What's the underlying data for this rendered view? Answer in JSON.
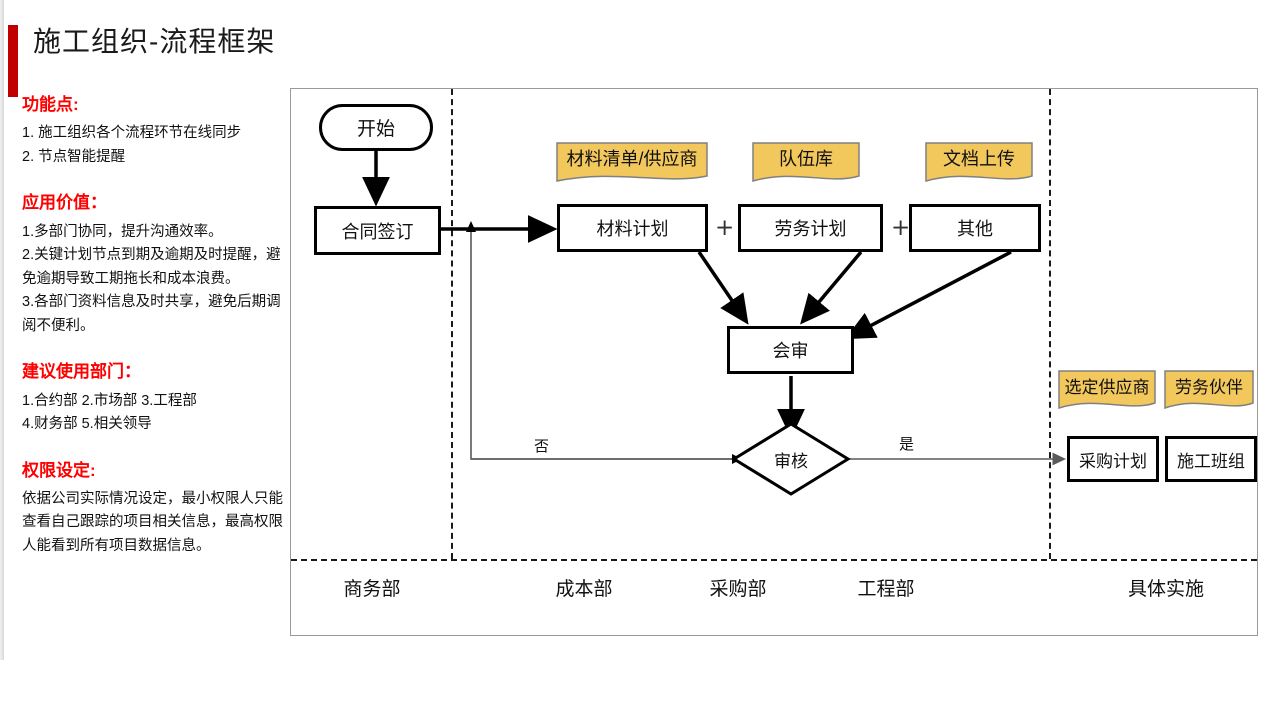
{
  "slide": {
    "title": "施工组织-流程框架",
    "accent_color": "#C00000",
    "heading_color": "#FF0000",
    "note_fill": "#F2C75C",
    "note_border": "#808080"
  },
  "left_panel": {
    "sections": [
      {
        "heading": "功能点:",
        "lines": [
          "1. 施工组织各个流程环节在线同步",
          "2. 节点智能提醒"
        ]
      },
      {
        "heading": "应用价值：",
        "lines": [
          "1.多部门协同，提升沟通效率。",
          "2.关键计划节点到期及逾期及时提醒，避",
          "免逾期导致工期拖长和成本浪费。",
          "3.各部门资料信息及时共享，避免后期调",
          "阅不便利。"
        ]
      },
      {
        "heading": "建议使用部门：",
        "lines": [
          "1.合约部 2.市场部 3.工程部",
          "4.财务部 5.相关领导"
        ]
      },
      {
        "heading": "权限设定:",
        "lines": [
          "依据公司实际情况设定，最小权限人只能",
          "查看自己跟踪的项目相关信息，最高权限",
          "人能看到所有项目数据信息。"
        ]
      }
    ]
  },
  "diagram": {
    "nodes": {
      "start": "开始",
      "contract": "合同签订",
      "material_plan": "材料计划",
      "labor_plan": "劳务计划",
      "other_plan": "其他",
      "joint_review": "会审",
      "approval": "审核",
      "purchase_plan": "采购计划",
      "work_team": "施工班组"
    },
    "notes": {
      "material_list": "材料清单/供应商",
      "team_library": "队伍库",
      "doc_upload": "文档上传",
      "selected_supplier": "选定供应商",
      "labor_partner": "劳务伙伴"
    },
    "connectors": {
      "plus_1": "+",
      "plus_2": "+",
      "label_no": "否",
      "label_yes": "是"
    },
    "lanes": [
      "商务部",
      "成本部",
      "采购部",
      "工程部",
      "具体实施"
    ]
  }
}
